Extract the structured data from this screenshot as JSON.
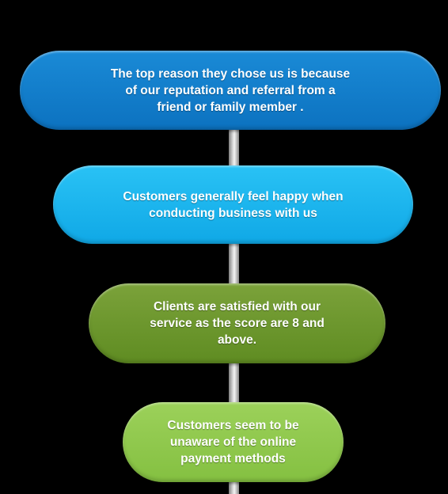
{
  "steps": [
    {
      "text": "The top reason they chose us is because\nof our reputation and referral from a\nfriend or family member .",
      "color": "#0c72c0"
    },
    {
      "text": "Customers generally feel happy when\nconducting business with us",
      "color": "#10a8e6"
    },
    {
      "text": "Clients are satisfied with our\nservice as the score are 8 and\nabove.",
      "color": "#5f8c22"
    },
    {
      "text": "Customers seem to be\nunaware of the online\npayment methods",
      "color": "#84c041"
    }
  ]
}
